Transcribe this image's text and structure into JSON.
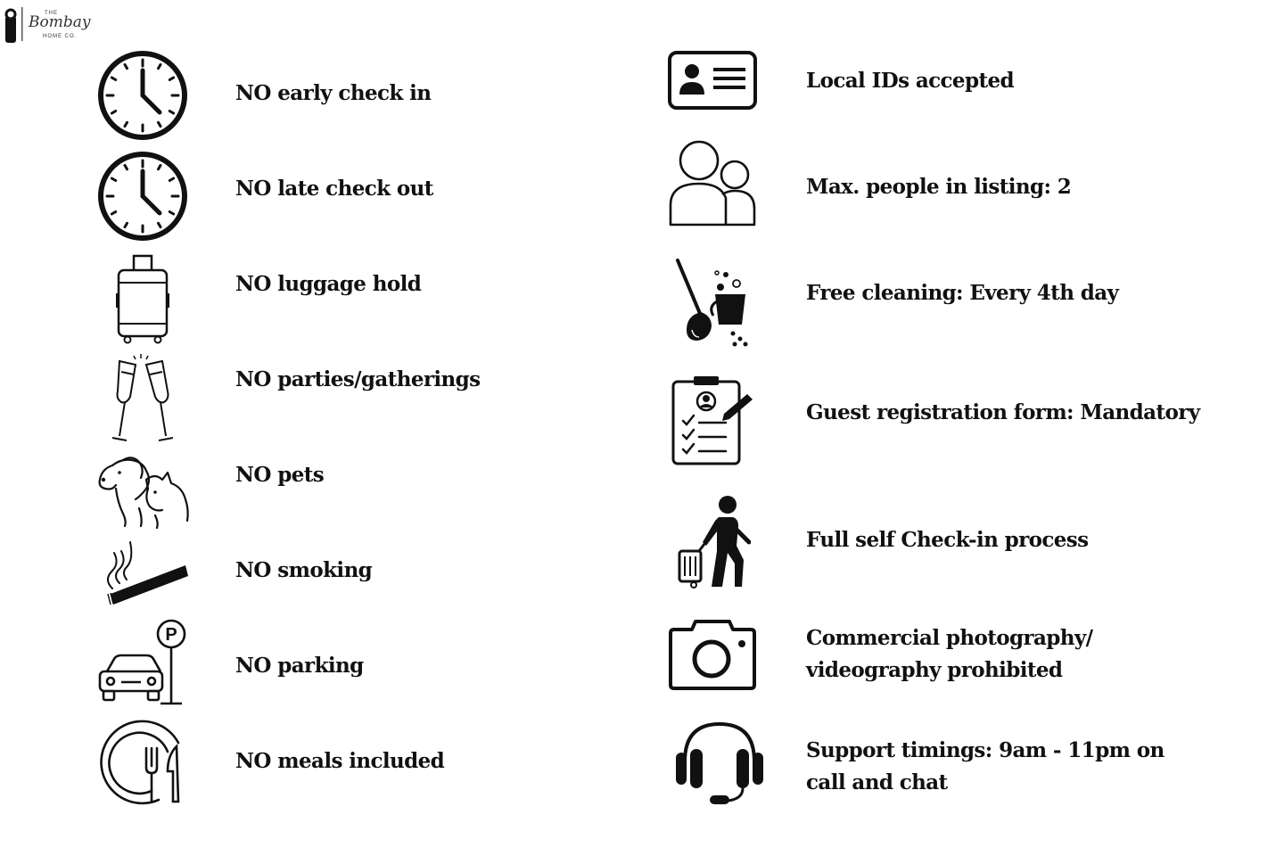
{
  "brand": {
    "top_text": "THE",
    "script_text": "Bombay",
    "bottom_text": "HOME CO."
  },
  "rules_left": [
    {
      "icon": "clock-icon",
      "label": "NO early check in"
    },
    {
      "icon": "clock-icon",
      "label": "NO late check out"
    },
    {
      "icon": "luggage-icon",
      "label": "NO luggage hold"
    },
    {
      "icon": "champagne-glasses-icon",
      "label": "NO parties/gatherings"
    },
    {
      "icon": "dog-cat-icon",
      "label": "NO pets"
    },
    {
      "icon": "cigarette-icon",
      "label": "NO smoking"
    },
    {
      "icon": "car-parking-icon",
      "label": "NO parking"
    },
    {
      "icon": "plate-cutlery-icon",
      "label": "NO meals included"
    }
  ],
  "rules_right": [
    {
      "icon": "id-card-icon",
      "label": "Local IDs accepted"
    },
    {
      "icon": "people-icon",
      "label": "Max. people in listing: 2"
    },
    {
      "icon": "cleaning-mop-bucket-icon",
      "label": "Free cleaning: Every 4th day"
    },
    {
      "icon": "clipboard-form-icon",
      "label": "Guest registration form: Mandatory"
    },
    {
      "icon": "traveler-luggage-icon",
      "label": "Full self Check-in process"
    },
    {
      "icon": "camera-icon",
      "lines": [
        "Commercial photography/",
        "videography prohibited"
      ]
    },
    {
      "icon": "headset-icon",
      "lines": [
        "Support timings: 9am - 11pm on",
        "call and chat"
      ]
    }
  ]
}
